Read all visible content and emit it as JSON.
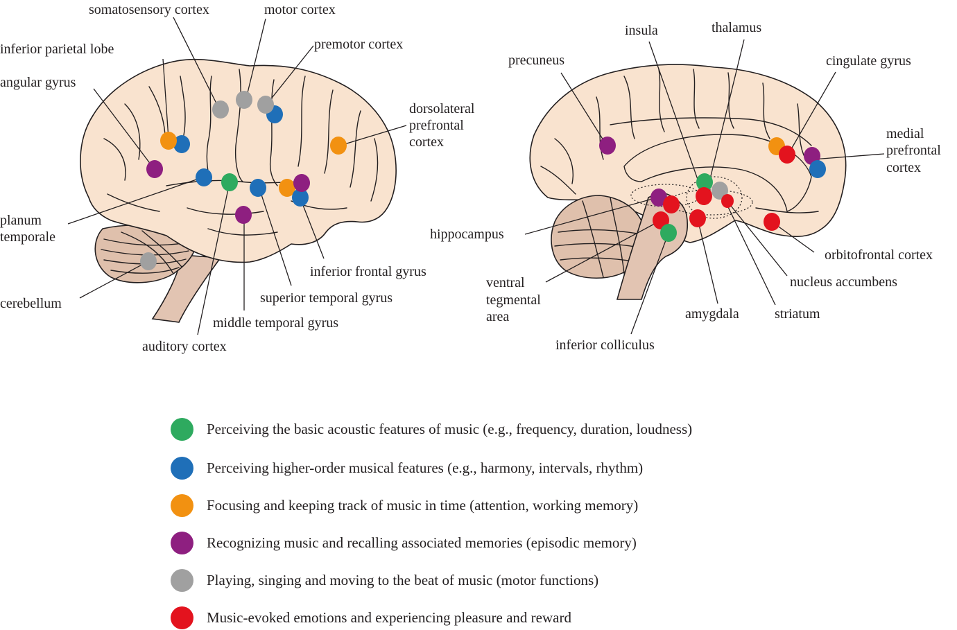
{
  "colors": {
    "acoustic": "#2eaa5f",
    "higher_order": "#1f6fb8",
    "attention": "#f29111",
    "memory": "#8e1f80",
    "motor": "#a0a0a0",
    "emotion": "#e3131e",
    "brain_fill": "#f9e3cf",
    "cerebellum_fill": "#dfc0ac",
    "brainstem_fill": "#e2c4b2"
  },
  "lateral_view": {
    "labels": [
      {
        "id": "somatosensory",
        "text": "somatosensory cortex"
      },
      {
        "id": "motor",
        "text": "motor cortex"
      },
      {
        "id": "premotor",
        "text": "premotor cortex"
      },
      {
        "id": "inferior_parietal",
        "text": "inferior parietal lobe"
      },
      {
        "id": "angular",
        "text": "angular gyrus"
      },
      {
        "id": "dlpfc_1",
        "text": "dorsolateral"
      },
      {
        "id": "dlpfc_2",
        "text": "prefrontal"
      },
      {
        "id": "dlpfc_3",
        "text": "cortex"
      },
      {
        "id": "planum_1",
        "text": "planum"
      },
      {
        "id": "planum_2",
        "text": "temporale"
      },
      {
        "id": "cerebellum",
        "text": "cerebellum"
      },
      {
        "id": "ifg",
        "text": "inferior frontal gyrus"
      },
      {
        "id": "stg",
        "text": "superior temporal gyrus"
      },
      {
        "id": "mtg",
        "text": "middle temporal gyrus"
      },
      {
        "id": "auditory",
        "text": "auditory cortex"
      }
    ],
    "regions": [
      {
        "name": "somatosensory cortex",
        "functions": [
          "motor"
        ]
      },
      {
        "name": "motor cortex",
        "functions": [
          "motor"
        ]
      },
      {
        "name": "premotor cortex",
        "functions": [
          "motor",
          "higher_order"
        ]
      },
      {
        "name": "inferior parietal lobe",
        "functions": [
          "attention",
          "higher_order"
        ]
      },
      {
        "name": "angular gyrus",
        "functions": [
          "memory"
        ]
      },
      {
        "name": "dorsolateral prefrontal cortex",
        "functions": [
          "attention"
        ]
      },
      {
        "name": "planum temporale",
        "functions": [
          "higher_order"
        ]
      },
      {
        "name": "auditory cortex",
        "functions": [
          "acoustic"
        ]
      },
      {
        "name": "superior temporal gyrus",
        "functions": [
          "higher_order"
        ]
      },
      {
        "name": "middle temporal gyrus",
        "functions": [
          "memory"
        ]
      },
      {
        "name": "inferior frontal gyrus",
        "functions": [
          "attention",
          "memory",
          "higher_order"
        ]
      },
      {
        "name": "cerebellum",
        "functions": [
          "motor"
        ]
      }
    ]
  },
  "medial_view": {
    "labels": [
      {
        "id": "insula",
        "text": "insula"
      },
      {
        "id": "thalamus",
        "text": "thalamus"
      },
      {
        "id": "precuneus",
        "text": "precuneus"
      },
      {
        "id": "cingulate",
        "text": "cingulate gyrus"
      },
      {
        "id": "mpfc_1",
        "text": "medial"
      },
      {
        "id": "mpfc_2",
        "text": "prefrontal"
      },
      {
        "id": "mpfc_3",
        "text": "cortex"
      },
      {
        "id": "hippocampus",
        "text": "hippocampus"
      },
      {
        "id": "ofc",
        "text": "orbitofrontal cortex"
      },
      {
        "id": "nacc",
        "text": "nucleus accumbens"
      },
      {
        "id": "vta_1",
        "text": "ventral"
      },
      {
        "id": "vta_2",
        "text": "tegmental"
      },
      {
        "id": "vta_3",
        "text": "area"
      },
      {
        "id": "amygdala",
        "text": "amygdala"
      },
      {
        "id": "striatum",
        "text": "striatum"
      },
      {
        "id": "ic",
        "text": "inferior colliculus"
      }
    ],
    "regions": [
      {
        "name": "precuneus",
        "functions": [
          "memory"
        ]
      },
      {
        "name": "insula",
        "functions": [
          "emotion"
        ]
      },
      {
        "name": "thalamus",
        "functions": [
          "acoustic"
        ]
      },
      {
        "name": "cingulate gyrus",
        "functions": [
          "attention",
          "emotion"
        ]
      },
      {
        "name": "medial prefrontal cortex",
        "functions": [
          "memory",
          "higher_order"
        ]
      },
      {
        "name": "hippocampus",
        "functions": [
          "memory",
          "emotion"
        ]
      },
      {
        "name": "ventral tegmental area",
        "functions": [
          "emotion"
        ]
      },
      {
        "name": "inferior colliculus",
        "functions": [
          "acoustic"
        ]
      },
      {
        "name": "amygdala",
        "functions": [
          "emotion"
        ]
      },
      {
        "name": "striatum",
        "functions": [
          "motor"
        ]
      },
      {
        "name": "nucleus accumbens",
        "functions": [
          "emotion"
        ]
      },
      {
        "name": "orbitofrontal cortex",
        "functions": [
          "emotion"
        ]
      }
    ]
  },
  "legend": [
    {
      "key": "acoustic",
      "text": "Perceiving the basic acoustic features of music (e.g., frequency, duration, loudness)"
    },
    {
      "key": "higher_order",
      "text": "Perceiving higher-order musical features (e.g., harmony, intervals, rhythm)"
    },
    {
      "key": "attention",
      "text": "Focusing and keeping track of music in time (attention, working memory)"
    },
    {
      "key": "memory",
      "text": "Recognizing music and recalling associated memories (episodic memory)"
    },
    {
      "key": "motor",
      "text": "Playing, singing and moving to the beat of music (motor functions)"
    },
    {
      "key": "emotion",
      "text": "Music-evoked emotions and experiencing pleasure and reward"
    }
  ]
}
